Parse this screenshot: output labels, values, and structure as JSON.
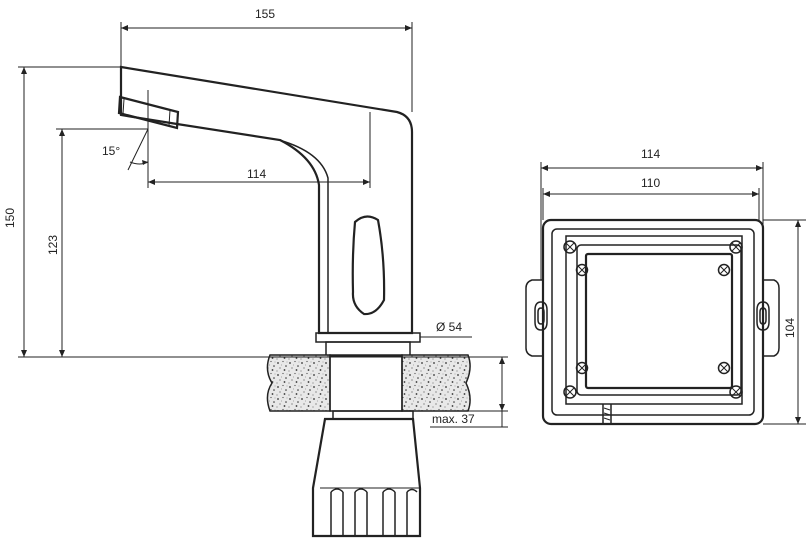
{
  "dimensions": {
    "width_total": "155",
    "height_total": "150",
    "spout_height": "123",
    "spout_reach": "114",
    "angle": "15°",
    "base_diameter": "Ø 54",
    "max_thickness": "max. 37",
    "box_width_outer": "114",
    "box_width_inner": "110",
    "box_height": "104"
  }
}
